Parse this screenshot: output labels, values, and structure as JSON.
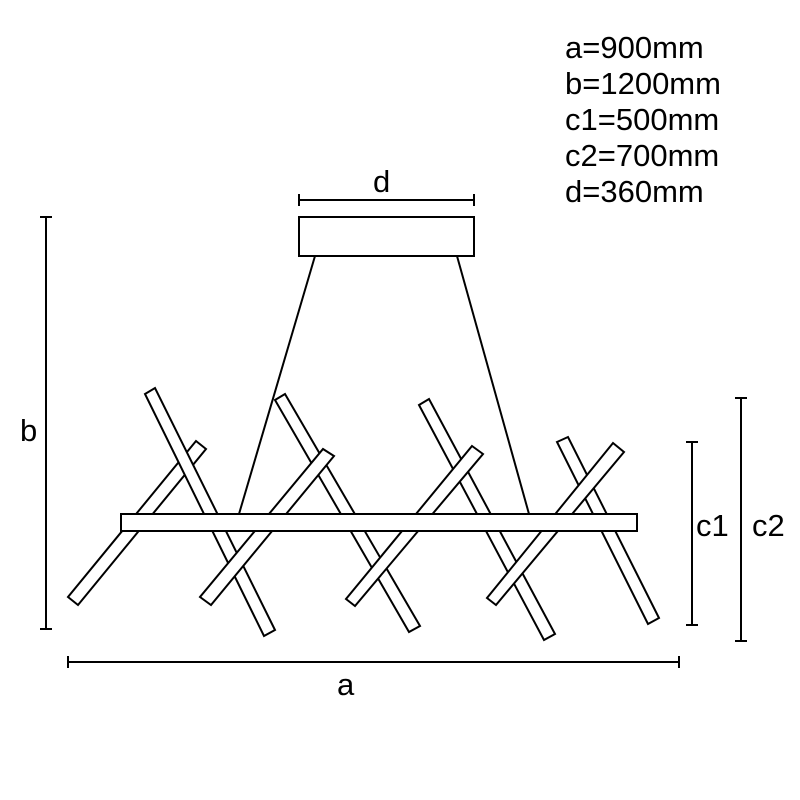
{
  "specs": [
    {
      "label": "a",
      "value": "900mm",
      "text": "a=900mm"
    },
    {
      "label": "b",
      "value": "1200mm",
      "text": "b=1200mm"
    },
    {
      "label": "c1",
      "value": "500mm",
      "text": "c1=500mm"
    },
    {
      "label": "c2",
      "value": "700mm",
      "text": "c2=700mm"
    },
    {
      "label": "d",
      "value": "360mm",
      "text": "d=360mm"
    }
  ],
  "dimension_labels": {
    "a": "a",
    "b": "b",
    "c1": "c1",
    "c2": "c2",
    "d": "d"
  },
  "colors": {
    "line": "#000000",
    "fill": "#ffffff",
    "background": "#ffffff"
  }
}
